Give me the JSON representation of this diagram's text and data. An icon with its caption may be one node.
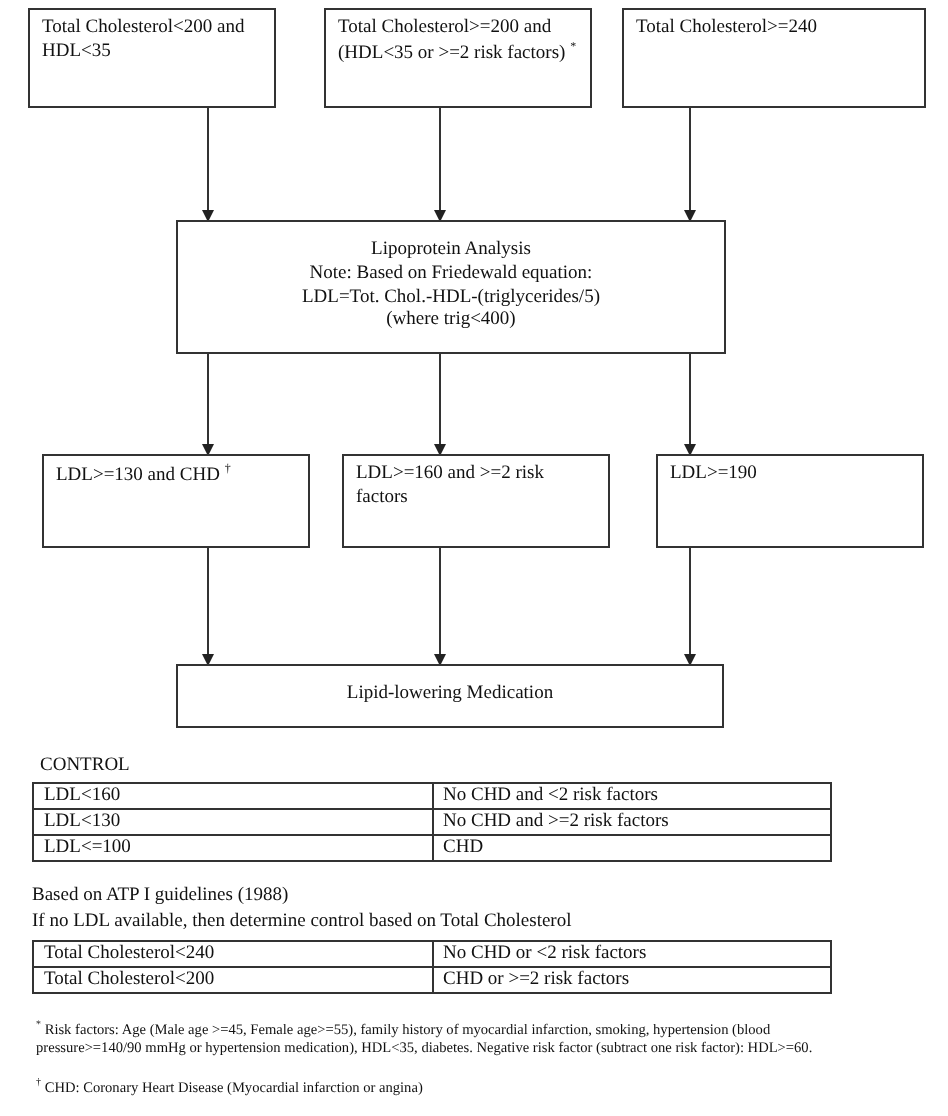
{
  "diagram": {
    "nodes": [
      {
        "text": [
          "Total Cholesterol<200 and HDL<35"
        ]
      },
      {
        "text": [
          "Total Cholesterol>=200 and (HDL<35 or >=2 risk factors) $^{*}$"
        ]
      },
      {
        "text": [
          "Total Cholesterol>=240"
        ]
      },
      {
        "text": [
          "Lipoprotein Analysis",
          "Note: Based on Friedewald equation:",
          "LDL=Tot. Chol.-HDL-(triglycerides/5)",
          "(where trig<400)"
        ]
      },
      {
        "text": [
          "LDL>=130 and CHD $^{†}$"
        ]
      },
      {
        "text": [
          "LDL>=160 and >=2 risk factors"
        ]
      },
      {
        "text": [
          "LDL>=190"
        ]
      },
      {
        "text": [
          "Lipid-lowering Medication"
        ]
      }
    ],
    "edges": [
      {
        "from": 0,
        "to": 3,
        "arrow": "to"
      },
      {
        "from": 1,
        "to": 3,
        "arrow": "to"
      },
      {
        "from": 2,
        "to": 3,
        "arrow": "to"
      },
      {
        "from": 3,
        "to": 4,
        "arrow": "to"
      },
      {
        "from": 3,
        "to": 5,
        "arrow": "to"
      },
      {
        "from": 3,
        "to": 6,
        "arrow": "to"
      },
      {
        "from": 4,
        "to": 7,
        "arrow": "to"
      },
      {
        "from": 5,
        "to": 7,
        "arrow": "to"
      },
      {
        "from": 6,
        "to": 7,
        "arrow": "to"
      }
    ],
    "labels": [
      "CONTROL",
      "LDL<160",
      "No CHD and <2 risk factors",
      "LDL<130",
      "No CHD and >=2 risk factors",
      "LDL<=100",
      "CHD",
      "Based on ATP I guidelines (1988)",
      "If no LDL available, then determine control based on Total Cholesterol",
      "Total Cholesterol<240",
      "No CHD or <2 risk factors",
      "Total Cholesterol<200",
      "CHD or >=2 risk factors",
      "$^{*}$ Risk factors: Age (Male age >=45, Female age>=55), family history of myocardial infarction, smoking, hypertension (blood pressure>=140/90 mmHg or hypertension medication), HDL<35, diabetes. Negative risk factor (subtract one risk factor): HDL>=60.",
      "$^{†}$ CHD: Coronary Heart Disease (Myocardial infarction or angina)"
    ]
  }
}
